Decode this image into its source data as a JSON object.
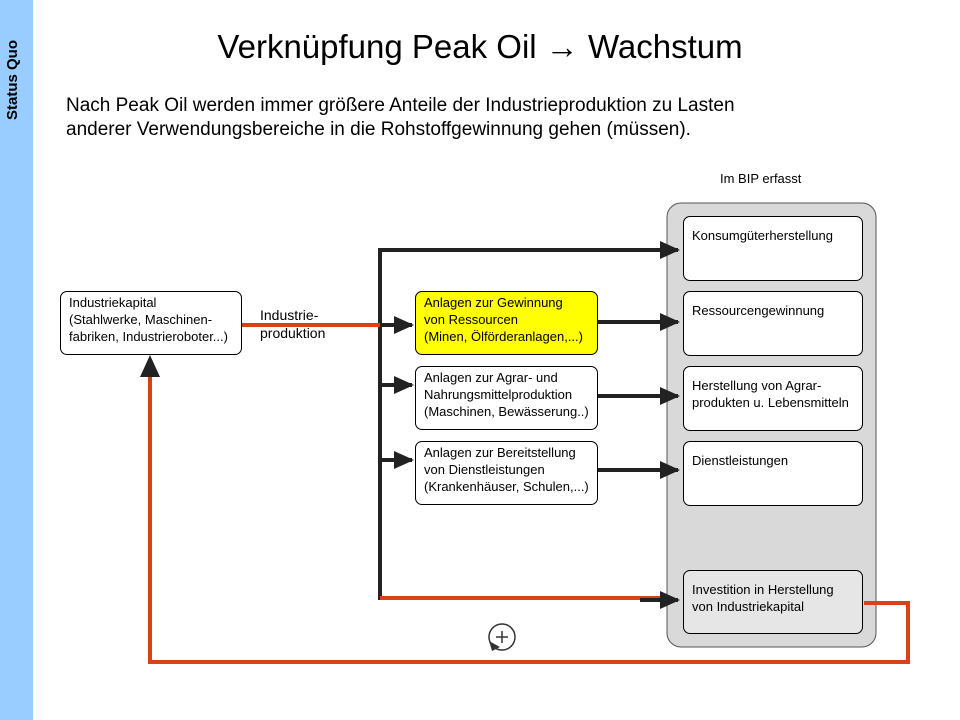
{
  "sidebar": {
    "label": "Status Quo"
  },
  "title": "Verknüpfung Peak Oil → Wachstum",
  "subtitle": {
    "line1": "Nach Peak Oil werden immer größere Anteile der Industrieproduktion zu Lasten",
    "line2": "anderer Verwendungsbereiche  in die Rohstoffgewinnung gehen (müssen)."
  },
  "bip_label": "Im BIP erfasst",
  "source": {
    "line1": "Industriekapital",
    "line2": "(Stahlwerke, Maschinen-",
    "line3": "fabriken, Industrieroboter...)"
  },
  "flow_label": {
    "line1": "Industrie-",
    "line2": "produktion"
  },
  "middle_boxes": [
    {
      "line1": "Anlagen zur Gewinnung",
      "line2": "von Ressourcen",
      "line3": "(Minen, Ölförderanlagen,...)"
    },
    {
      "line1": "Anlagen zur Agrar- und",
      "line2": "Nahrungsmittelproduktion",
      "line3": "(Maschinen, Bewässerung..)"
    },
    {
      "line1": "Anlagen zur Bereitstellung",
      "line2": "von Dienstleistungen",
      "line3": "(Krankenhäuser, Schulen,...)"
    }
  ],
  "right_boxes": [
    {
      "line1": "Konsumgüterherstellung",
      "line2": ""
    },
    {
      "line1": "Ressourcengewinnung",
      "line2": ""
    },
    {
      "line1": "Herstellung von Agrar-",
      "line2": "produkten u. Lebensmitteln"
    },
    {
      "line1": "Dienstleistungen",
      "line2": ""
    },
    {
      "line1": "Investition in Herstellung",
      "line2": "von Industriekapital"
    }
  ],
  "colors": {
    "sidebar": "#99ccff",
    "highlight": "#ffff00",
    "feedback_line": "#d84315",
    "bip_container": "#d9d9d9"
  }
}
